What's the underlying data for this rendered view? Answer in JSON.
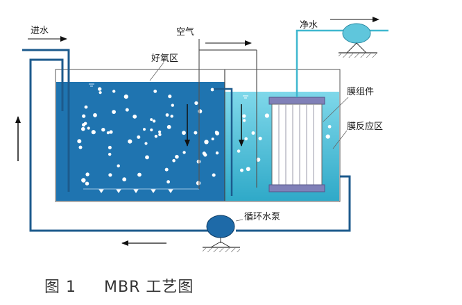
{
  "labels": {
    "inlet": "进水",
    "air": "空气",
    "clean_water": "净水",
    "aerobic_zone": "好氧区",
    "membrane_module": "膜组件",
    "membrane_reactor": "膜反应区",
    "recirc_pump": "循环水泵"
  },
  "caption": {
    "figure_no": "图 1",
    "title": "MBR 工艺图"
  },
  "colors": {
    "aerobic_water": "#1f74b0",
    "membrane_water": "#4fc3dc",
    "pipe": "#1c5a8c",
    "clean_pipe": "#3fb7cf",
    "pump": "#1e6aa8",
    "module_cap": "#8080b8"
  }
}
